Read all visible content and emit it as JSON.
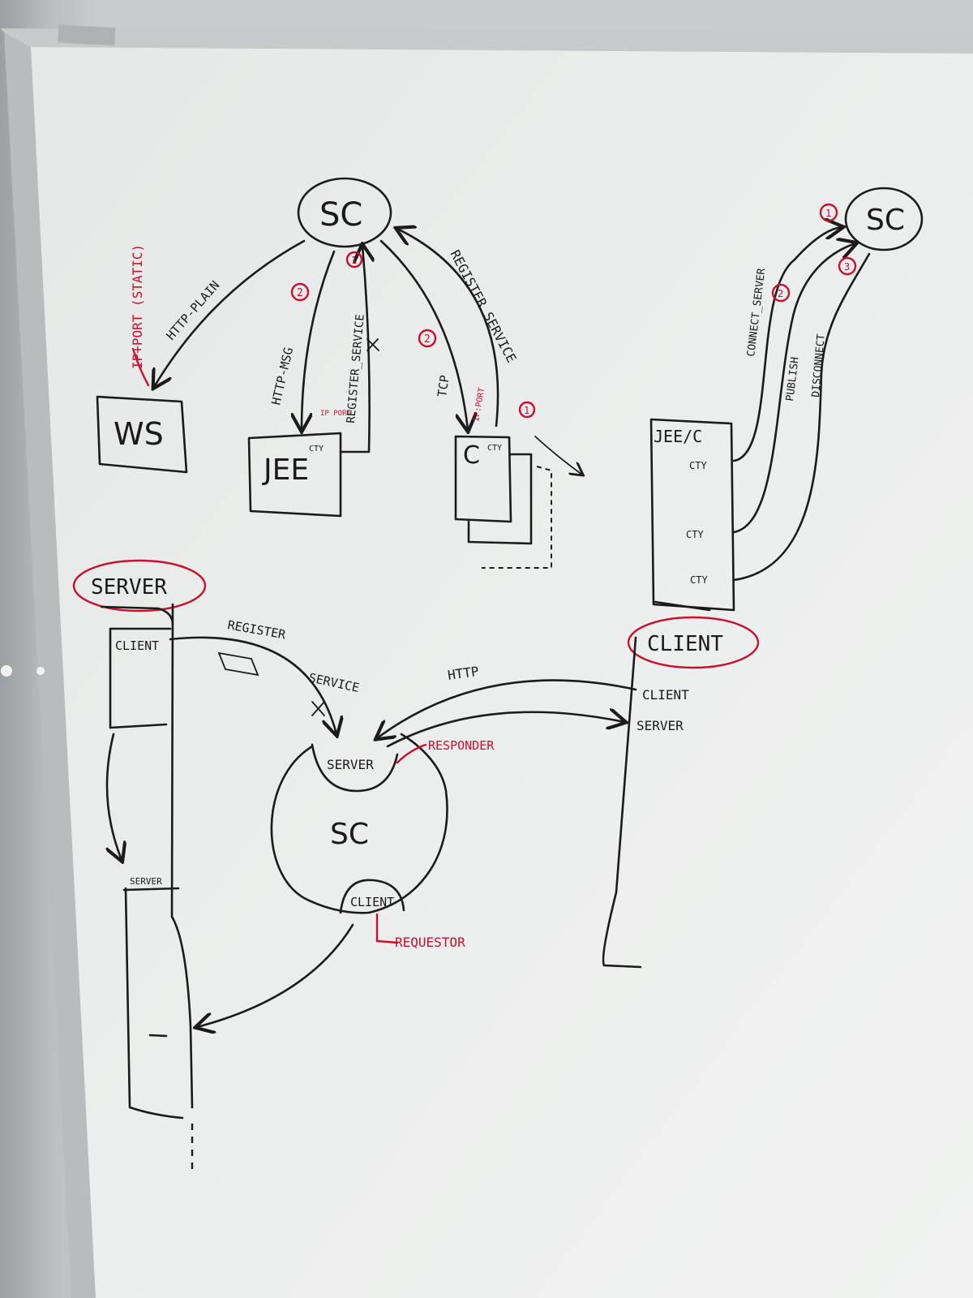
{
  "colors": {
    "ink_black": "#1b1b1b",
    "ink_red": "#c8102e",
    "board": "#e9ebea",
    "frame": "#b7bcbd"
  },
  "top_left": {
    "sc_label": "SC",
    "ws_label": "WS",
    "jee_label": "JEE",
    "jee_sub": "CTY",
    "c_label": "C",
    "c_sub": "CTY",
    "arrow_ws": "HTTP-PLAIN",
    "red_ws": "IP+PORT (STATIC)",
    "arrow_jee": "HTTP-MSG",
    "arrow_jee_num": "2",
    "jee_red": "IP PORT",
    "arrow_register_jee": "REGISTER_SERVICE",
    "arrow_register_jee_num": "1",
    "arrow_tcp": "TCP",
    "arrow_tcp_num": "2",
    "tcp_red": "IP:PORT",
    "arrow_register_c": "REGISTER SERVICE",
    "arrow_register_c_num": "1"
  },
  "top_right": {
    "sc_label": "SC",
    "box_label": "JEE/C",
    "cty_labels": [
      "CTY",
      "CTY",
      "CTY"
    ],
    "connect": "CONNECT_SERVER",
    "connect_num": "1",
    "publish": "PUBLISH",
    "publish_num": "2",
    "disconnect": "DISCONNECT",
    "disconnect_num": "3"
  },
  "bottom": {
    "server_title": "SERVER",
    "client_box": "CLIENT",
    "register_service_1": "REGISTER",
    "register_service_2": "SERVICE",
    "server_inner": "SERVER",
    "responder": "RESPONDER",
    "sc_center": "SC",
    "client_inner": "CLIENT",
    "requestor": "REQUESTOR",
    "http": "HTTP",
    "client_title": "CLIENT",
    "right_client": "CLIENT",
    "right_server": "SERVER",
    "server_bottom": "SERVER"
  }
}
